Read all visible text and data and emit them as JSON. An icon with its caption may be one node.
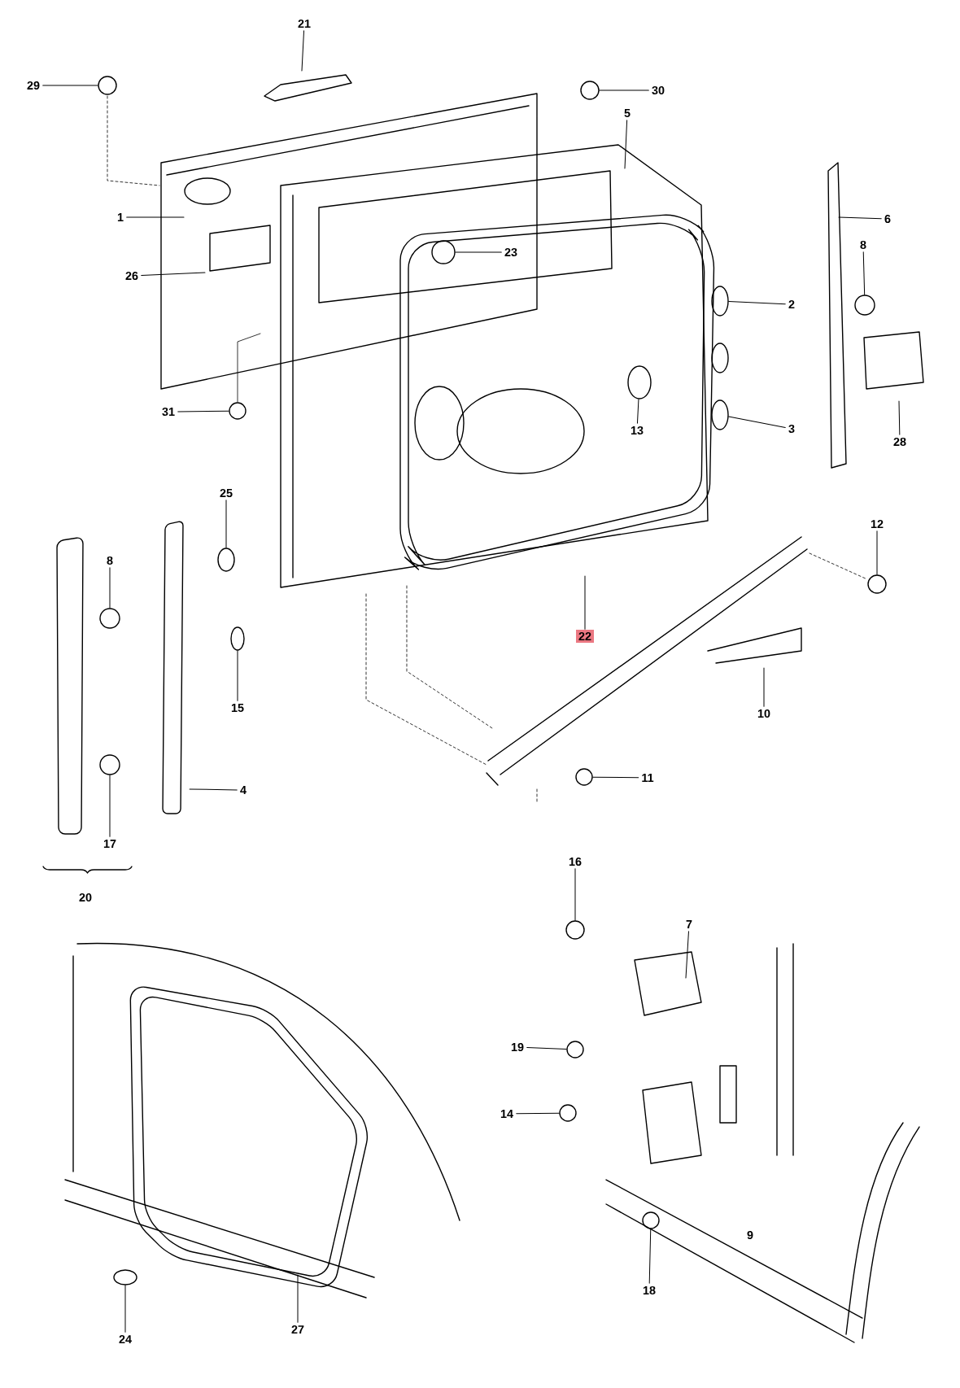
{
  "diagram": {
    "nodes": [
      {
        "text": [
          "21"
        ]
      },
      {
        "text": [
          "29"
        ]
      },
      {
        "text": [
          "30"
        ]
      },
      {
        "text": [
          "5"
        ]
      },
      {
        "text": [
          "1"
        ]
      },
      {
        "text": [
          "6"
        ]
      },
      {
        "text": [
          "8"
        ]
      },
      {
        "text": [
          "23"
        ]
      },
      {
        "text": [
          "26"
        ]
      },
      {
        "text": [
          "2"
        ]
      },
      {
        "text": [
          "31"
        ]
      },
      {
        "text": [
          "3"
        ]
      },
      {
        "text": [
          "13"
        ]
      },
      {
        "text": [
          "28"
        ]
      },
      {
        "text": [
          "25"
        ]
      },
      {
        "text": [
          "12"
        ]
      },
      {
        "text": [
          "8"
        ]
      },
      {
        "text": [
          "22"
        ]
      },
      {
        "text": [
          "15"
        ]
      },
      {
        "text": [
          "10"
        ]
      },
      {
        "text": [
          "4"
        ]
      },
      {
        "text": [
          "11"
        ]
      },
      {
        "text": [
          "17"
        ]
      },
      {
        "text": [
          "16"
        ]
      },
      {
        "text": [
          "7"
        ]
      },
      {
        "text": [
          "19"
        ]
      },
      {
        "text": [
          "14"
        ]
      },
      {
        "text": [
          "18"
        ]
      },
      {
        "text": [
          "24"
        ]
      },
      {
        "text": [
          "27"
        ]
      },
      {
        "text": [],
        "shape": "circle"
      },
      {
        "text": [],
        "shape": "circle"
      },
      {
        "text": [],
        "shape": "circle"
      },
      {
        "text": [],
        "shape": "circle"
      },
      {
        "text": [],
        "shape": "circle"
      },
      {
        "text": [],
        "shape": "circle"
      },
      {
        "text": [],
        "shape": "circle"
      },
      {
        "text": [],
        "shape": "circle"
      },
      {
        "text": [],
        "shape": "circle"
      },
      {
        "text": [],
        "shape": "circle"
      },
      {
        "text": [],
        "shape": "circle"
      },
      {
        "text": [],
        "shape": "circle"
      },
      {
        "text": [],
        "shape": "circle"
      },
      {
        "text": [],
        "shape": "circle"
      },
      {
        "text": [],
        "shape": "circle"
      },
      {
        "text": [],
        "shape": "circle"
      },
      {
        "text": [],
        "shape": "circle"
      },
      {
        "text": [],
        "shape": "circle"
      },
      {
        "text": [],
        "shape": "circle"
      }
    ],
    "edges": [
      {
        "from": 0,
        "to": null,
        "arrow": "none"
      },
      {
        "from": 1,
        "to": 30,
        "arrow": "none"
      },
      {
        "from": 2,
        "to": 31,
        "arrow": "none"
      },
      {
        "from": 3,
        "to": null,
        "arrow": "none"
      },
      {
        "from": 4,
        "to": null,
        "arrow": "none"
      },
      {
        "from": 5,
        "to": null,
        "arrow": "none"
      },
      {
        "from": 6,
        "to": 32,
        "arrow": "none"
      },
      {
        "from": 7,
        "to": 33,
        "arrow": "none"
      },
      {
        "from": 8,
        "to": null,
        "arrow": "none"
      },
      {
        "from": 9,
        "to": 34,
        "arrow": "none"
      },
      {
        "from": 10,
        "to": 35,
        "arrow": "none"
      },
      {
        "from": 11,
        "to": 36,
        "arrow": "none"
      },
      {
        "from": 12,
        "to": 37,
        "arrow": "none"
      },
      {
        "from": 13,
        "to": null,
        "arrow": "none"
      },
      {
        "from": 14,
        "to": 38,
        "arrow": "none"
      },
      {
        "from": 15,
        "to": 39,
        "arrow": "none"
      },
      {
        "from": 16,
        "to": 40,
        "arrow": "none"
      },
      {
        "from": 17,
        "to": null,
        "arrow": "none"
      },
      {
        "from": 18,
        "to": 48,
        "arrow": "none"
      },
      {
        "from": 19,
        "to": null,
        "arrow": "none"
      },
      {
        "from": 20,
        "to": null,
        "arrow": "none"
      },
      {
        "from": 21,
        "to": 41,
        "arrow": "none"
      },
      {
        "from": 22,
        "to": 42,
        "arrow": "none"
      },
      {
        "from": 23,
        "to": 43,
        "arrow": "none"
      },
      {
        "from": 24,
        "to": null,
        "arrow": "none"
      },
      {
        "from": 25,
        "to": 44,
        "arrow": "none"
      },
      {
        "from": 26,
        "to": 45,
        "arrow": "none"
      },
      {
        "from": 27,
        "to": 46,
        "arrow": "none"
      },
      {
        "from": 28,
        "to": 47,
        "arrow": "none"
      },
      {
        "from": 29,
        "to": null,
        "arrow": "none"
      }
    ],
    "labels": [
      "20",
      "9"
    ]
  }
}
